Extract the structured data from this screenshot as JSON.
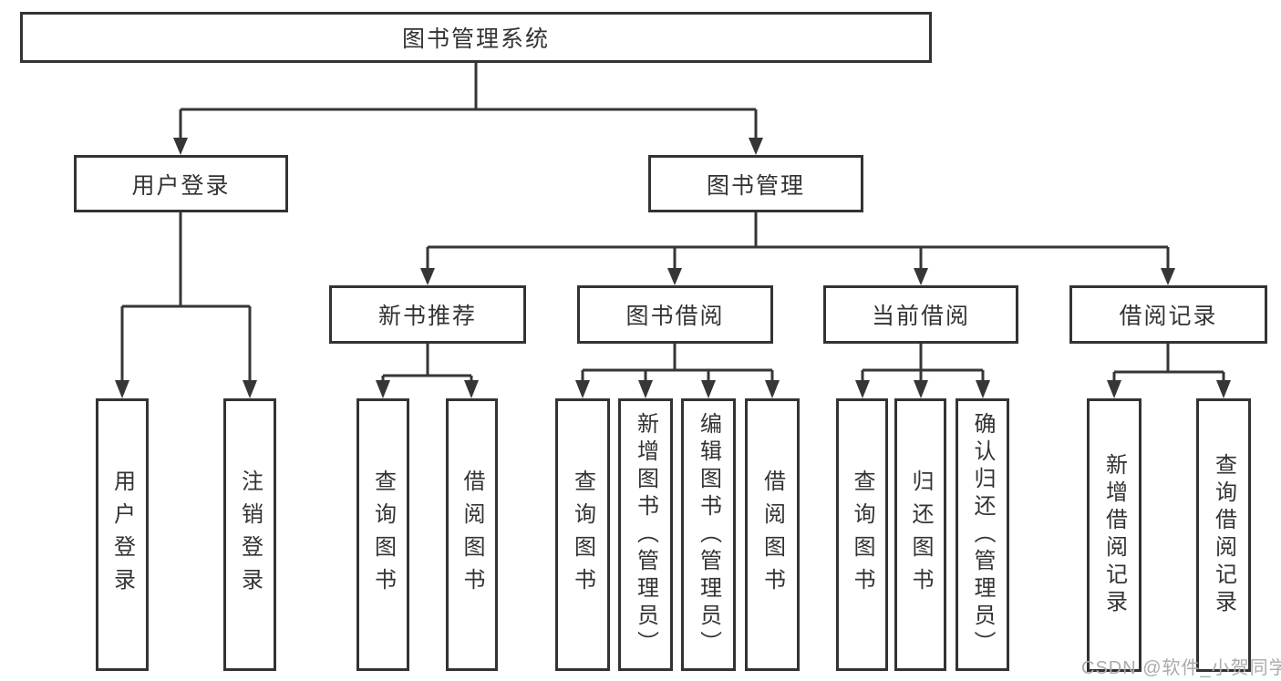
{
  "diagram": {
    "root": {
      "label": "图书管理系统"
    },
    "level2": [
      {
        "label": "用户登录"
      },
      {
        "label": "图书管理"
      }
    ],
    "level3": [
      {
        "label": "新书推荐"
      },
      {
        "label": "图书借阅"
      },
      {
        "label": "当前借阅"
      },
      {
        "label": "借阅记录"
      }
    ],
    "leaves": [
      {
        "label": "用户登录"
      },
      {
        "label": "注销登录"
      },
      {
        "label": "查询图书"
      },
      {
        "label": "借阅图书"
      },
      {
        "label": "查询图书"
      },
      {
        "label": "新增图书（管理员）"
      },
      {
        "label": "编辑图书（管理员）"
      },
      {
        "label": "借阅图书"
      },
      {
        "label": "查询图书"
      },
      {
        "label": "归还图书"
      },
      {
        "label": "确认归还（管理员）"
      },
      {
        "label": "新增借阅记录"
      },
      {
        "label": "查询借阅记录"
      }
    ]
  },
  "watermark": {
    "text": "CSDN @软件_小贺同学"
  },
  "colors": {
    "line": "#363636",
    "box_border": "#333333",
    "box_fill": "#ffffff",
    "text": "#333333",
    "watermark": "#ababab",
    "background": "#ffffff"
  }
}
